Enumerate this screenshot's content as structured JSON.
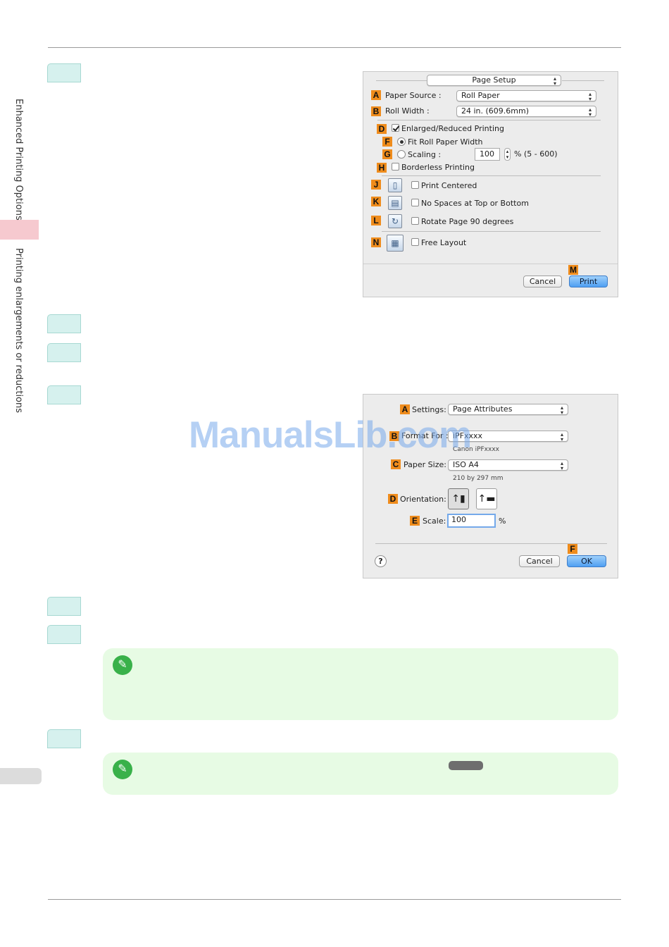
{
  "sidebar": {
    "chapter_label": "Enhanced Printing Options",
    "section_label": "Printing enlargements or reductions"
  },
  "dialog1": {
    "panel_popup": "Page Setup",
    "paper_source_label": "Paper Source :",
    "paper_source_value": "Roll Paper",
    "roll_width_label": "Roll Width :",
    "roll_width_value": "24 in. (609.6mm)",
    "enlarged_label": "Enlarged/Reduced Printing",
    "fit_roll_label": "Fit Roll Paper Width",
    "scaling_label": "Scaling :",
    "scaling_value": "100",
    "scaling_range": "% (5 - 600)",
    "borderless_label": "Borderless Printing",
    "print_centered_label": "Print Centered",
    "no_spaces_label": "No Spaces at Top or Bottom",
    "rotate_label": "Rotate Page 90 degrees",
    "free_layout_label": "Free Layout",
    "cancel_label": "Cancel",
    "print_label": "Print",
    "tags": {
      "a": "A",
      "b": "B",
      "d": "D",
      "f": "F",
      "g": "G",
      "h": "H",
      "j": "J",
      "k": "K",
      "l": "L",
      "m": "M",
      "n": "N"
    }
  },
  "dialog2": {
    "settings_label": "Settings:",
    "settings_value": "Page Attributes",
    "format_label": "Format For :",
    "format_value": "iPFxxxx",
    "format_sub": "Canon iPFxxxx",
    "paper_size_label": "Paper Size:",
    "paper_size_value": "ISO A4",
    "paper_size_sub": "210 by 297 mm",
    "orientation_label": "Orientation:",
    "scale_label": "Scale:",
    "scale_value": "100",
    "scale_unit": "%",
    "help_label": "?",
    "cancel_label": "Cancel",
    "ok_label": "OK",
    "tags": {
      "a": "A",
      "b": "B",
      "c": "C",
      "d": "D",
      "e": "E",
      "f": "F"
    }
  },
  "watermark": "ManualsLib.com"
}
